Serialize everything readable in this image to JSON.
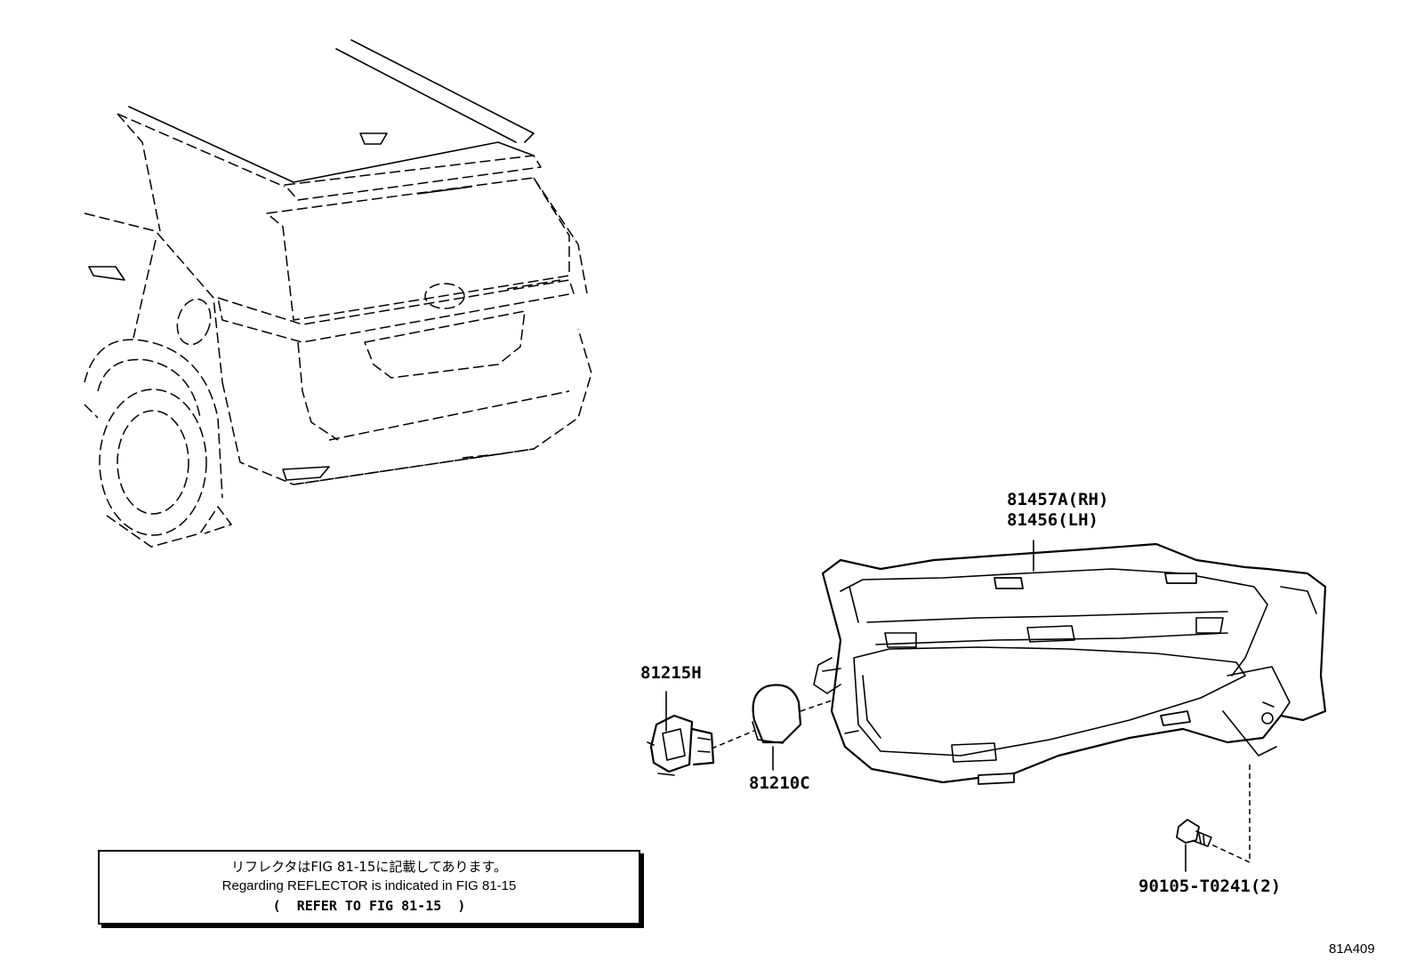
{
  "parts": {
    "rear_lamp_rh": "81457A(RH)",
    "rear_lamp_lh": "81456(LH)",
    "socket": "81215H",
    "bulb": "81210C",
    "screw": "90105-T0241(2)"
  },
  "note": {
    "line_jp": "リフレクタはFIG 81-15に記載してあります。",
    "line_en": "Regarding REFLECTOR is indicated in FIG 81-15",
    "line_ref": "(  REFER TO FIG 81-15  )"
  },
  "figure_code": "81A409"
}
